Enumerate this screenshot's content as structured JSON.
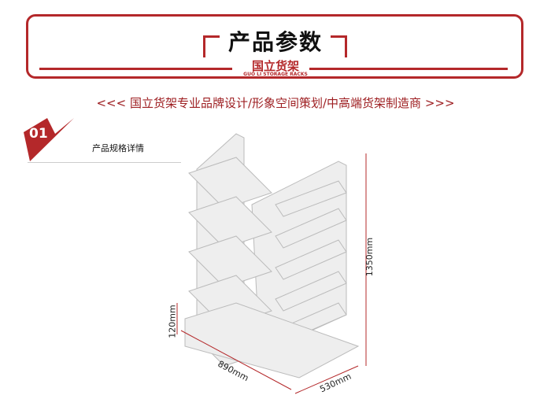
{
  "header": {
    "title": "产品参数",
    "brand": "国立货架",
    "brand_en": "GUO LI STORAGE RACKS"
  },
  "slogan": "<<< 国立货架专业品牌设计/形象空间策划/中高端货架制造商 >>>",
  "section": {
    "number": "01",
    "label": "产品规格详情"
  },
  "dimensions": {
    "height": "1350mm",
    "base": "120mm",
    "length": "890mm",
    "width": "530mm"
  },
  "colors": {
    "accent": "#b4282a"
  }
}
